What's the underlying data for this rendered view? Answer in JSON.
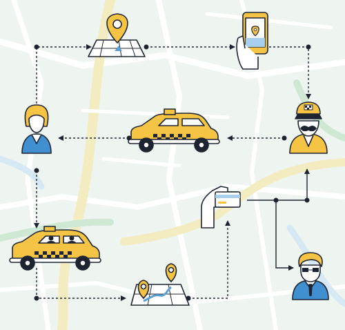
{
  "diagram": {
    "kind": "taxi-service-flow",
    "palette": {
      "background": "#eef5f0",
      "map_road_light": "#ffffff",
      "map_road_yellow": "#f3ecc0",
      "map_road_green": "#cfe8d4",
      "map_road_blue": "#d5e8f3",
      "accent_yellow": "#f6c445",
      "line": "#1d2430",
      "outline": "#1d2430",
      "pin_blue": "#5a9fd4",
      "suit_blue": "#3f8fd1",
      "phone_screen_blue": "#a9cfee"
    },
    "nodes": [
      {
        "id": "pickup-map-pin",
        "icon": "map-pin-icon"
      },
      {
        "id": "booking-phone",
        "icon": "smartphone-booking-icon"
      },
      {
        "id": "taxi-driver",
        "icon": "taxi-driver-icon"
      },
      {
        "id": "taxi-car-top",
        "icon": "taxi-car-icon"
      },
      {
        "id": "customer-woman",
        "icon": "woman-avatar-icon"
      },
      {
        "id": "taxi-with-passengers",
        "icon": "taxi-passengers-icon"
      },
      {
        "id": "route-map",
        "icon": "route-map-icon"
      },
      {
        "id": "card-payment",
        "icon": "credit-card-payment-icon"
      },
      {
        "id": "businessman",
        "icon": "businessman-icon"
      }
    ],
    "connectors": [
      {
        "from": "customer-woman",
        "to": "pickup-map-pin",
        "style": "dashed"
      },
      {
        "from": "pickup-map-pin",
        "to": "booking-phone",
        "style": "dashed"
      },
      {
        "from": "booking-phone",
        "to": "taxi-driver",
        "style": "dashed"
      },
      {
        "from": "taxi-driver",
        "to": "taxi-car-top",
        "style": "dashed"
      },
      {
        "from": "taxi-car-top",
        "to": "customer-woman",
        "style": "dashed"
      },
      {
        "from": "customer-woman",
        "to": "taxi-with-passengers",
        "style": "dashed"
      },
      {
        "from": "taxi-with-passengers",
        "to": "route-map",
        "style": "dashed"
      },
      {
        "from": "route-map",
        "to": "card-payment",
        "style": "dashed"
      },
      {
        "from": "card-payment",
        "to": "taxi-driver",
        "style": "solid"
      },
      {
        "from": "card-payment",
        "to": "businessman",
        "style": "solid"
      }
    ]
  }
}
